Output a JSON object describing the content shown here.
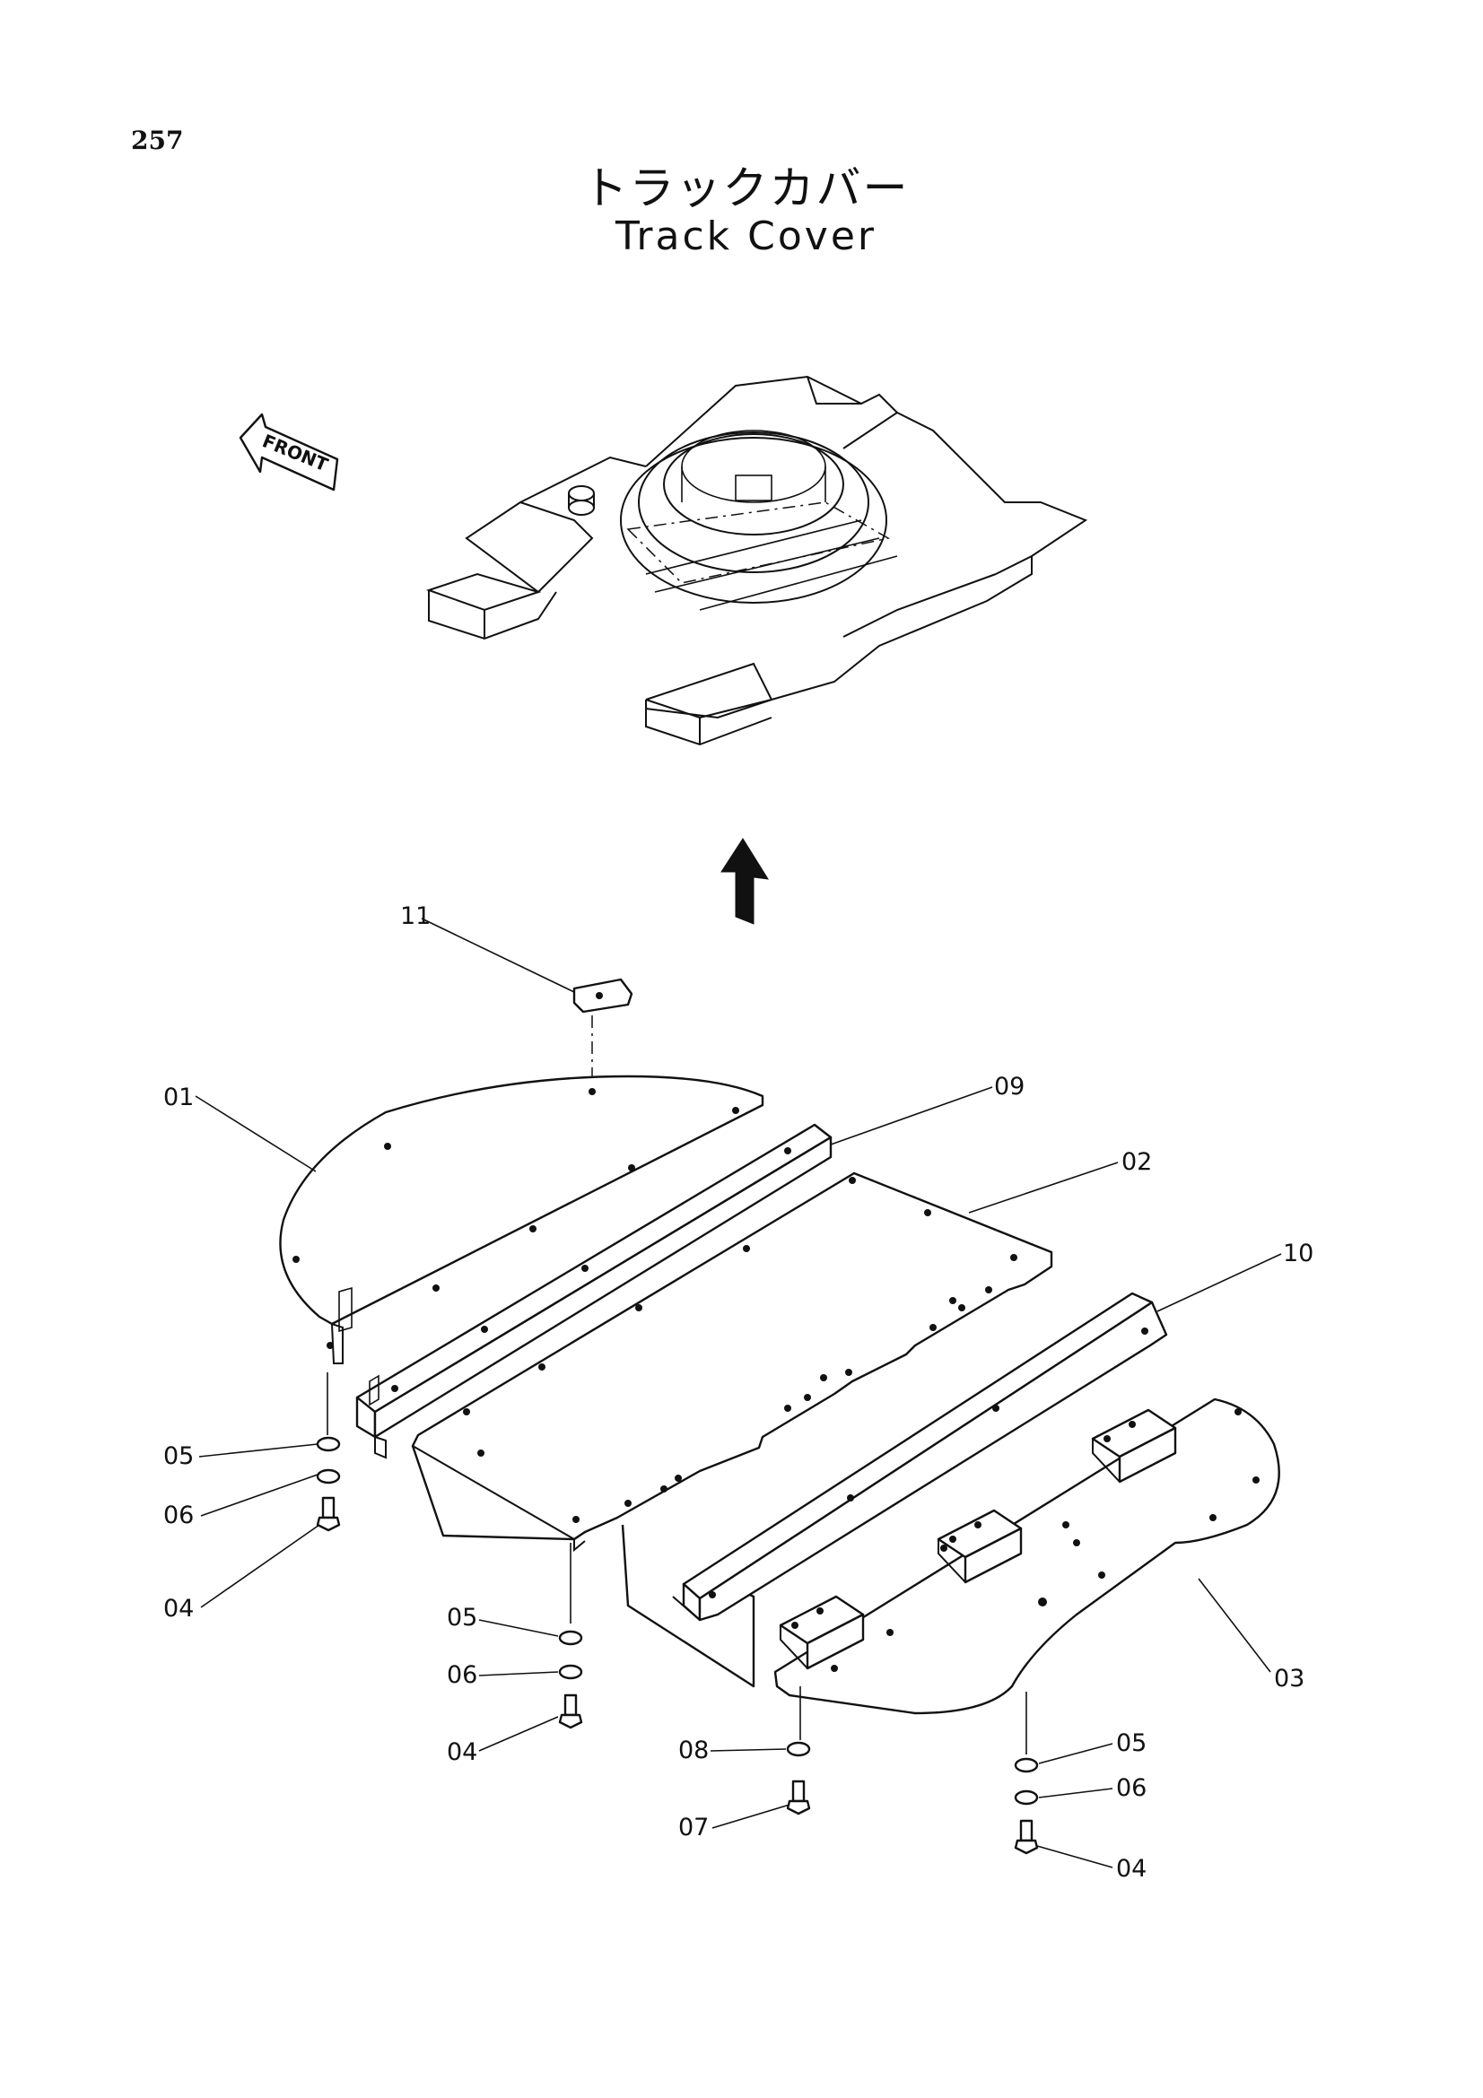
{
  "page_number": "257",
  "title_jp": "トラックカバー",
  "title_en": "Track Cover",
  "front_label": "FRONT",
  "callouts": {
    "c01": "01",
    "c02": "02",
    "c03": "03",
    "c04a": "04",
    "c04b": "04",
    "c04c": "04",
    "c05a": "05",
    "c05b": "05",
    "c05c": "05",
    "c06a": "06",
    "c06b": "06",
    "c06c": "06",
    "c07": "07",
    "c08": "08",
    "c09": "09",
    "c10": "10",
    "c11": "11"
  }
}
